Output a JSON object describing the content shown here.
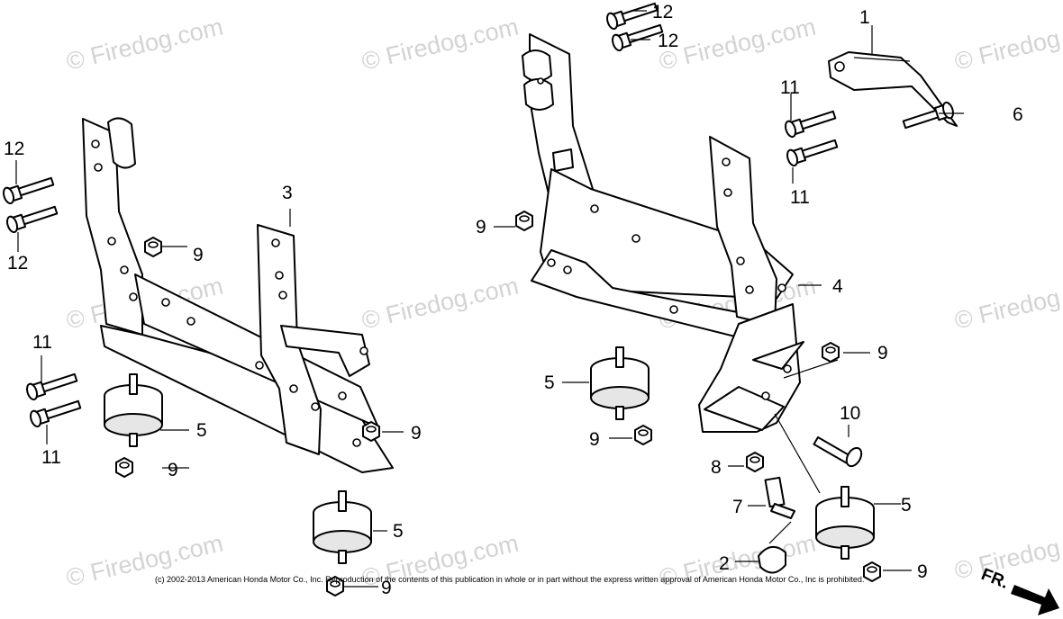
{
  "watermark": "© Firedog.com",
  "copyright": "(c) 2002-2013 American Honda Motor Co., Inc. Reproduction of the contents of this publication in whole or in part without the express written approval of American Honda Motor Co., Inc is prohibited.",
  "direction_marker": "FR.",
  "callouts": {
    "c1": "1",
    "c2": "2",
    "c3": "3",
    "c4": "4",
    "c5": "5",
    "c6": "6",
    "c7": "7",
    "c8": "8",
    "c9": "9",
    "c10": "10",
    "c11": "11",
    "c12": "12"
  },
  "colors": {
    "line": "#000000",
    "watermark": "#d3d3d3",
    "background": "#ffffff"
  }
}
